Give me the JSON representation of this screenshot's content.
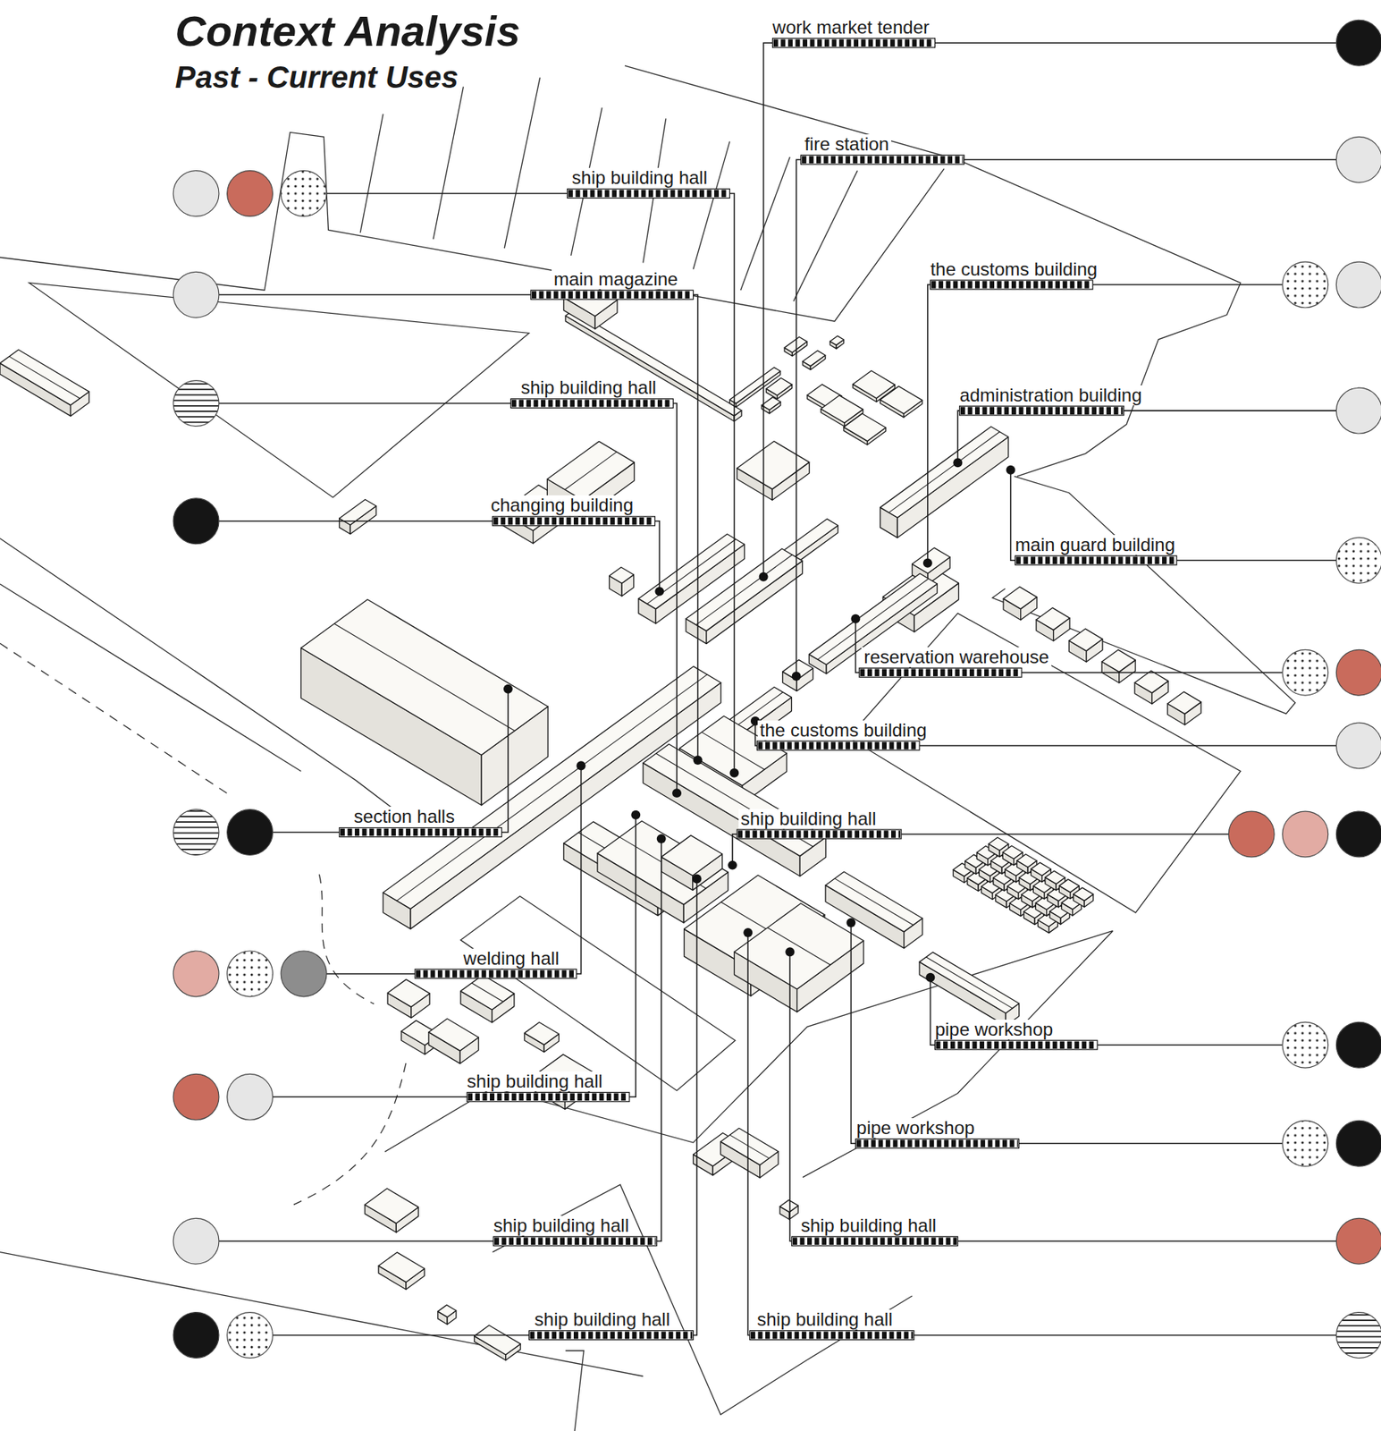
{
  "diagram": {
    "title": "Context Analysis",
    "labels": [
      "Past - Current Uses",
      "work market tender",
      "fire station",
      "ship building hall",
      "the customs building",
      "main magazine",
      "ship building hall",
      "administration building",
      "changing building",
      "main guard building",
      "reservation warehouse",
      "the customs building",
      "section halls",
      "ship building hall",
      "welding hall",
      "pipe workshop",
      "ship building hall",
      "pipe workshop",
      "ship building hall",
      "ship building hall",
      "ship building hall",
      "ship building hall"
    ]
  }
}
